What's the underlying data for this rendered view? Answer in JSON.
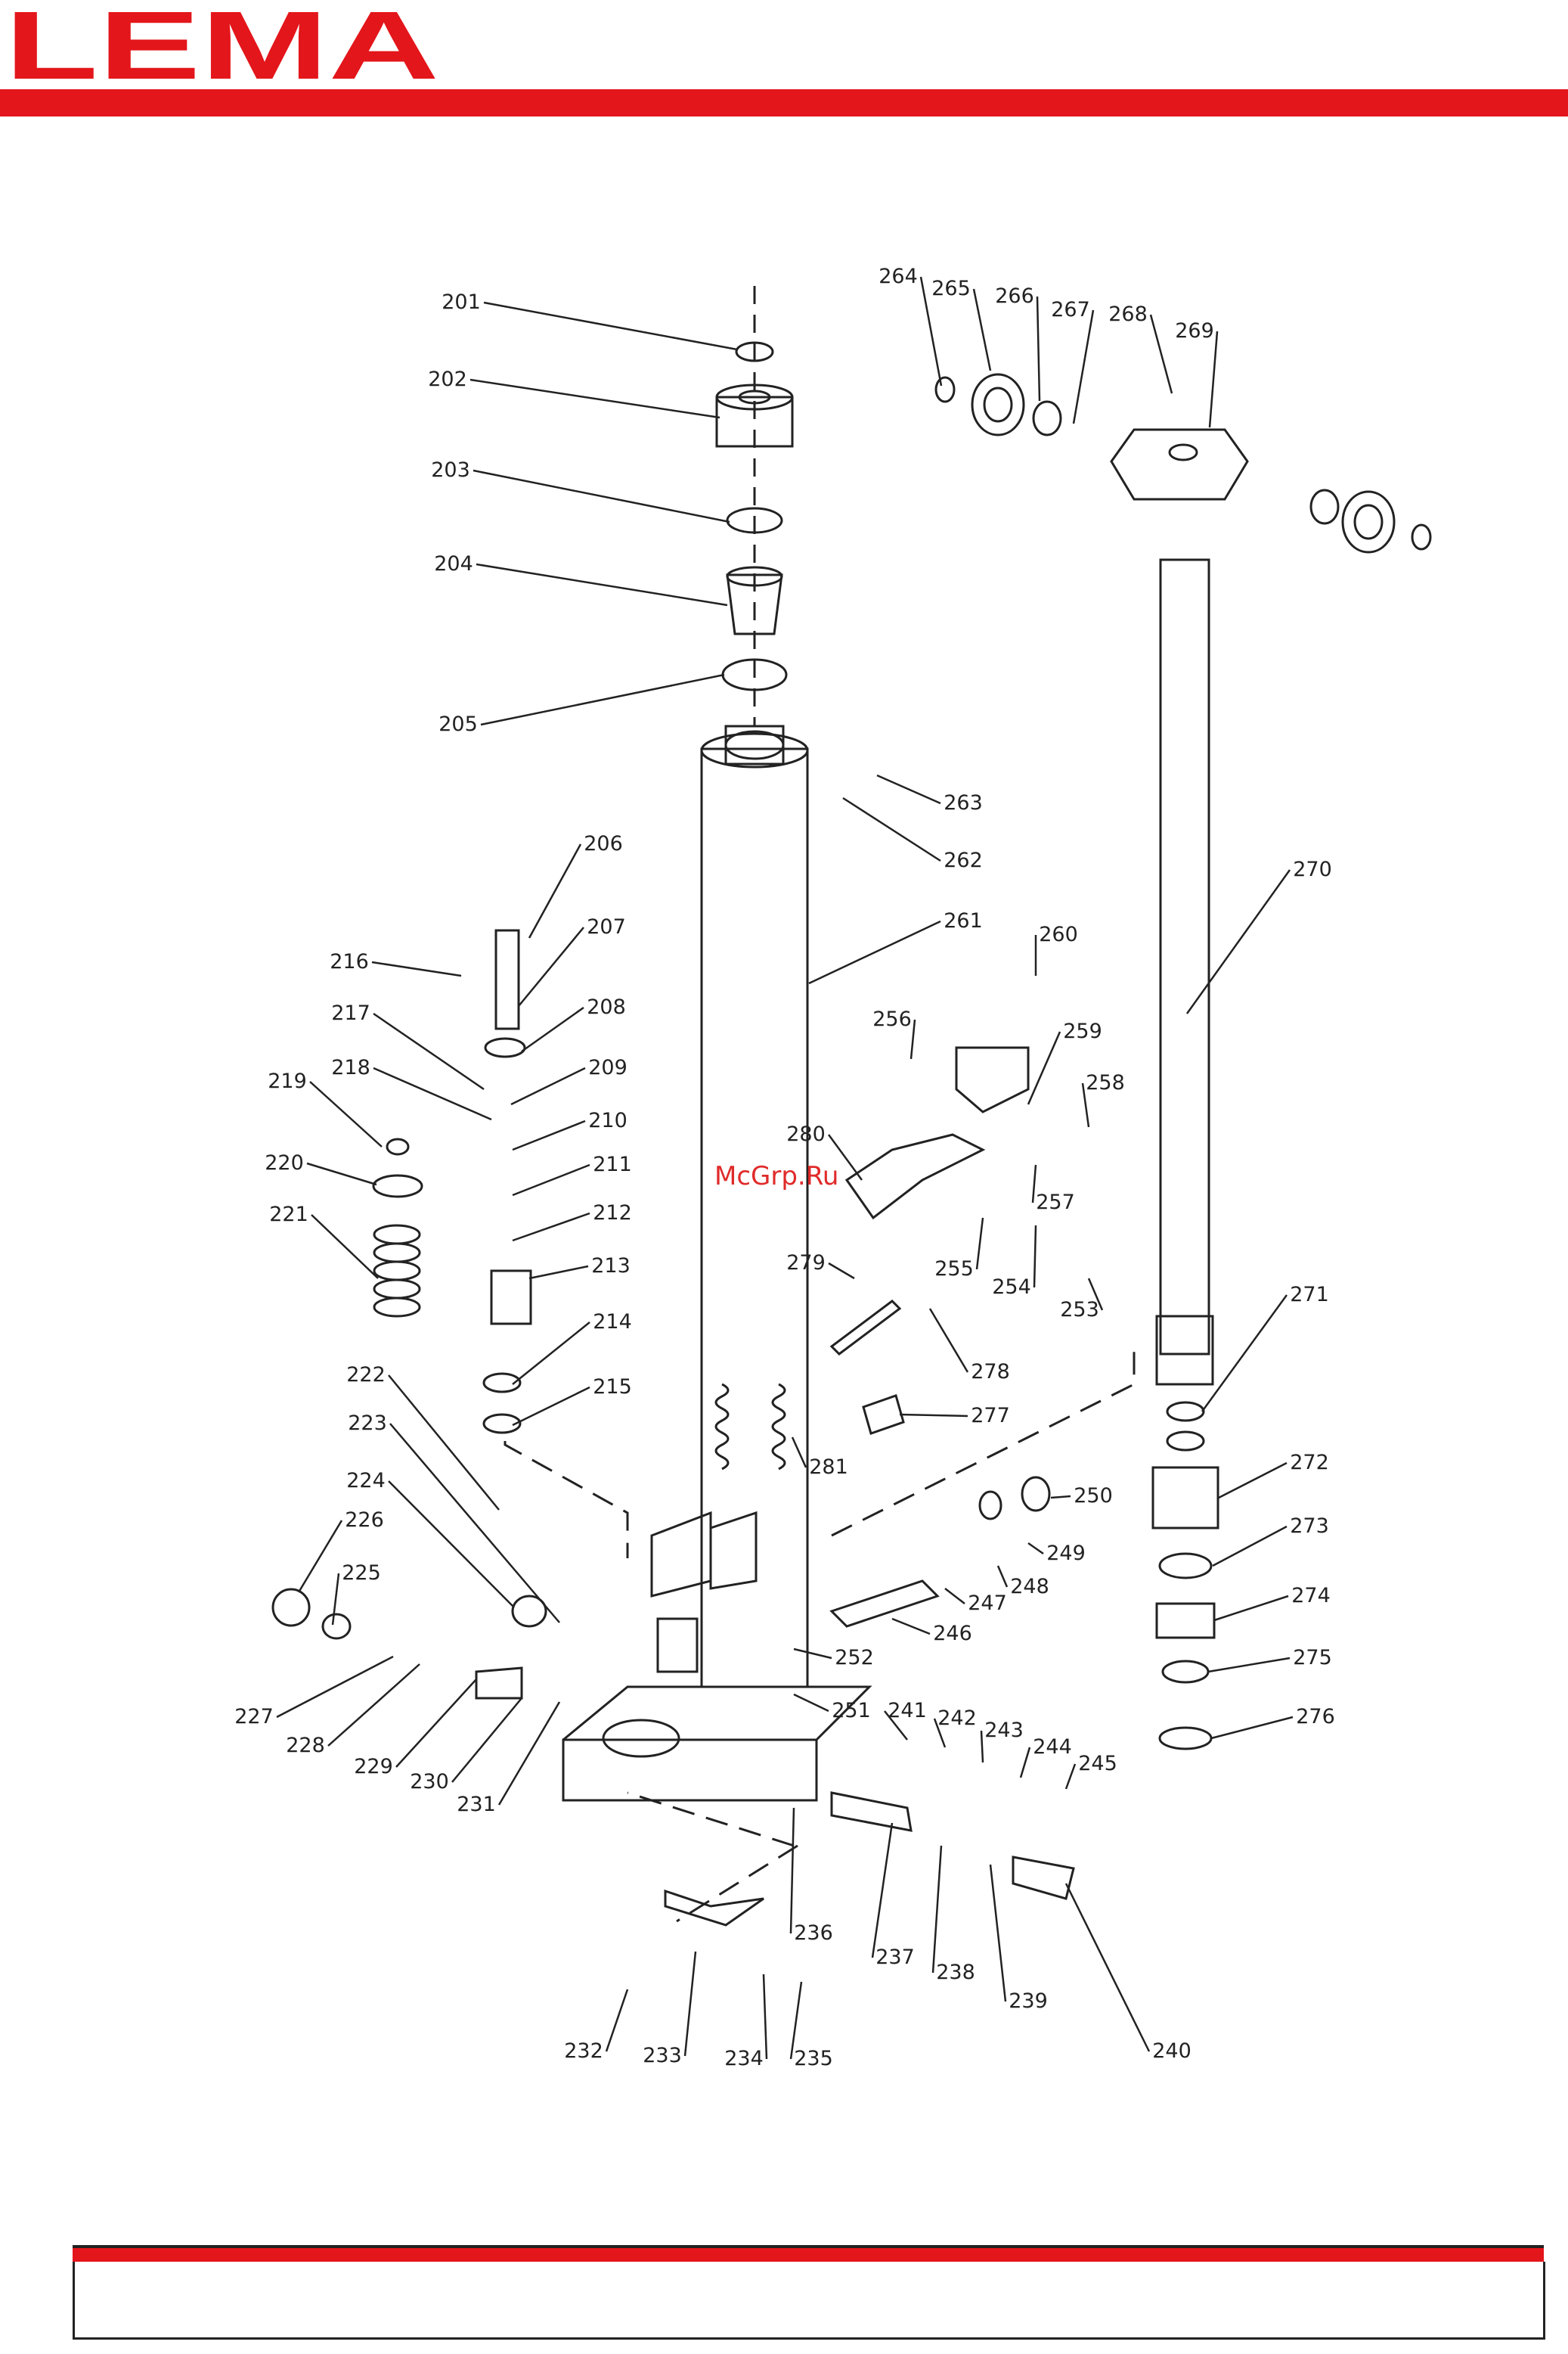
{
  "brand": {
    "logo_text": "LEMA",
    "accent_color": "#e3161b"
  },
  "watermark": "McGrp.Ru",
  "labels": [
    "201",
    "202",
    "203",
    "204",
    "205",
    "206",
    "207",
    "208",
    "209",
    "210",
    "211",
    "212",
    "213",
    "214",
    "215",
    "216",
    "217",
    "218",
    "219",
    "220",
    "221",
    "222",
    "223",
    "224",
    "225",
    "226",
    "227",
    "228",
    "229",
    "230",
    "231",
    "232",
    "233",
    "234",
    "235",
    "236",
    "237",
    "238",
    "239",
    "240",
    "241",
    "242",
    "243",
    "244",
    "245",
    "246",
    "247",
    "248",
    "249",
    "250",
    "251",
    "252",
    "253",
    "254",
    "255",
    "256",
    "257",
    "258",
    "259",
    "260",
    "261",
    "262",
    "263",
    "264",
    "265",
    "266",
    "267",
    "268",
    "269",
    "270",
    "271",
    "272",
    "273",
    "274",
    "275",
    "276",
    "277",
    "278",
    "279",
    "280",
    "281"
  ]
}
